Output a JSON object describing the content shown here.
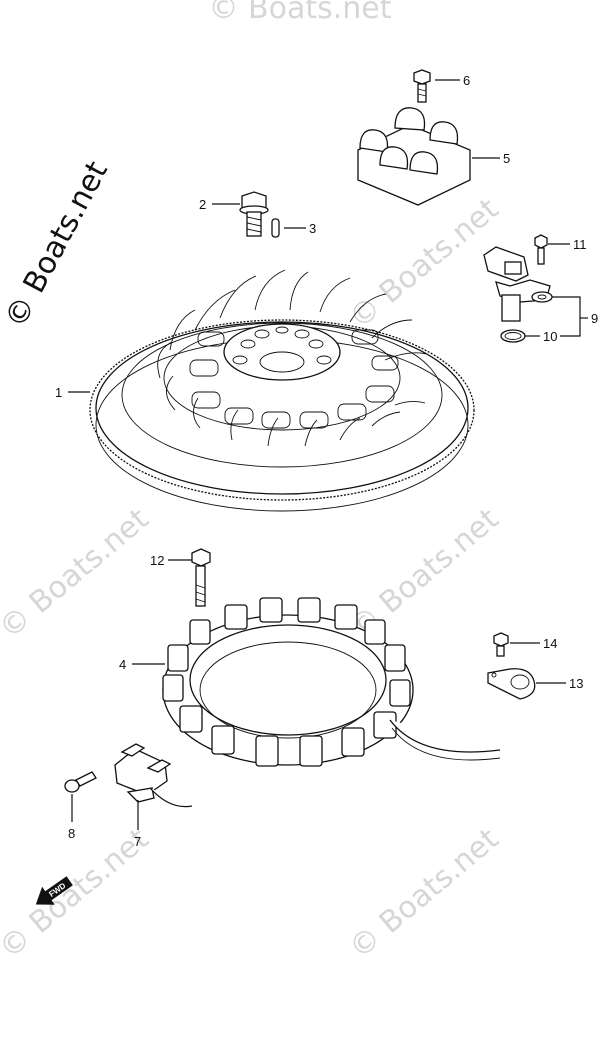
{
  "watermarks": [
    {
      "text": "© Boats.net",
      "kind": "primary"
    },
    {
      "text": "© Boats.net",
      "kind": "faint"
    },
    {
      "text": "© Boats.net",
      "kind": "faint"
    },
    {
      "text": "© Boats.net",
      "kind": "faint"
    },
    {
      "text": "© Boats.net",
      "kind": "faint"
    },
    {
      "text": "© Boats.net",
      "kind": "faint"
    }
  ],
  "callouts": [
    {
      "id": "1",
      "label": "1"
    },
    {
      "id": "2",
      "label": "2"
    },
    {
      "id": "3",
      "label": "3"
    },
    {
      "id": "4",
      "label": "4"
    },
    {
      "id": "5",
      "label": "5"
    },
    {
      "id": "6",
      "label": "6"
    },
    {
      "id": "7",
      "label": "7"
    },
    {
      "id": "8",
      "label": "8"
    },
    {
      "id": "9",
      "label": "9"
    },
    {
      "id": "10",
      "label": "10"
    },
    {
      "id": "11",
      "label": "11"
    },
    {
      "id": "12",
      "label": "12"
    },
    {
      "id": "13",
      "label": "13"
    },
    {
      "id": "14",
      "label": "14"
    }
  ],
  "direction_marker": {
    "text": "FWD",
    "icon": "forward-arrow-icon"
  }
}
